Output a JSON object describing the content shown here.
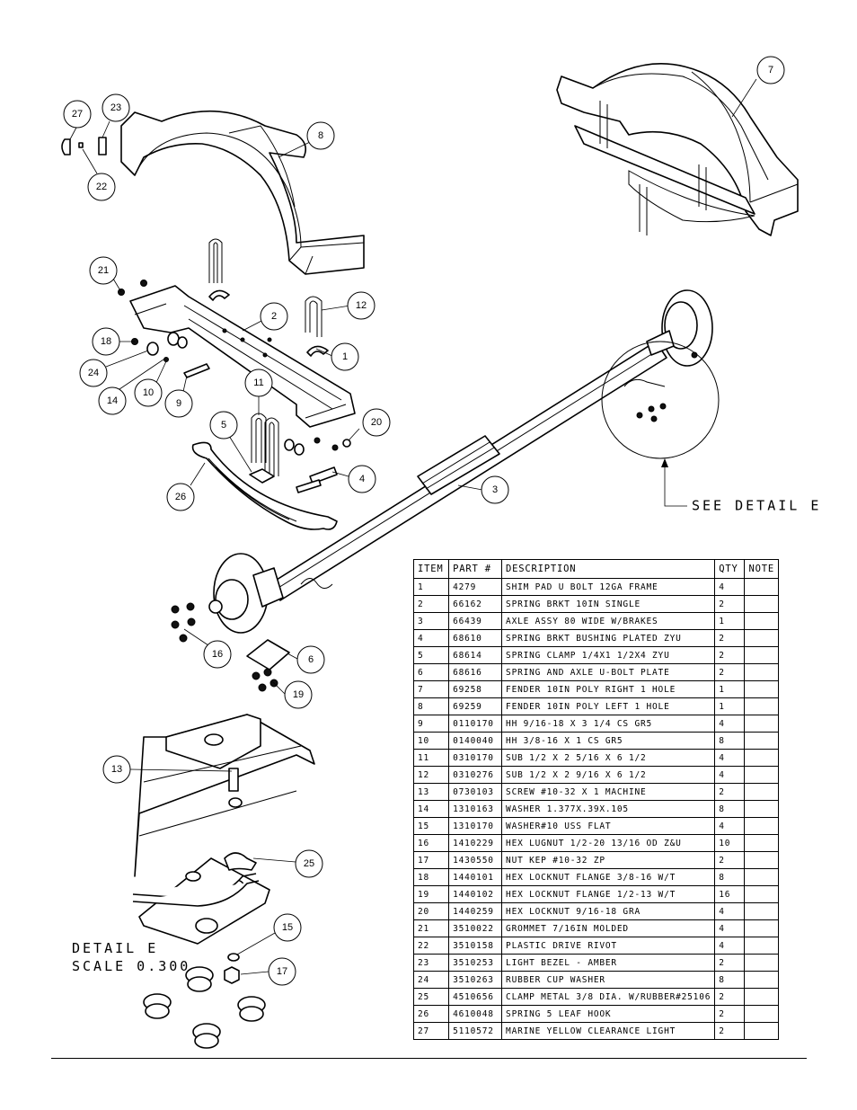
{
  "detail_callout": {
    "see_detail": "SEE DETAIL  E",
    "detail_title": "DETAIL  E",
    "detail_scale": "SCALE  0.300"
  },
  "callouts": [
    "27",
    "23",
    "22",
    "8",
    "7",
    "21",
    "12",
    "2",
    "1",
    "18",
    "24",
    "14",
    "10",
    "9",
    "11",
    "5",
    "20",
    "4",
    "26",
    "3",
    "16",
    "6",
    "19",
    "13",
    "25",
    "15",
    "17"
  ],
  "table": {
    "headers": [
      "ITEM",
      "PART #",
      "DESCRIPTION",
      "QTY",
      "NOTE"
    ],
    "rows": [
      [
        "1",
        "4279",
        "SHIM PAD   U BOLT 12GA FRAME",
        "4",
        ""
      ],
      [
        "2",
        "66162",
        "SPRING BRKT  10IN SINGLE",
        "2",
        ""
      ],
      [
        "3",
        "66439",
        "AXLE ASSY 80 WIDE W/BRAKES",
        "1",
        ""
      ],
      [
        "4",
        "68610",
        "SPRING BRKT BUSHING PLATED ZYU",
        "2",
        ""
      ],
      [
        "5",
        "68614",
        "SPRING CLAMP   1/4X1 1/2X4  ZYU",
        "2",
        ""
      ],
      [
        "6",
        "68616",
        "SPRING AND AXLE U-BOLT PLATE",
        "2",
        ""
      ],
      [
        "7",
        "69258",
        "FENDER  10IN POLY RIGHT 1 HOLE",
        "1",
        ""
      ],
      [
        "8",
        "69259",
        "FENDER  10IN POLY LEFT 1 HOLE",
        "1",
        ""
      ],
      [
        "9",
        "0110170",
        "HH 9/16-18 X 3 1/4 CS GR5",
        "4",
        ""
      ],
      [
        "10",
        "0140040",
        "HH 3/8-16 X 1 CS GR5",
        "8",
        ""
      ],
      [
        "11",
        "0310170",
        "SUB 1/2 X 2 5/16 X 6 1/2",
        "4",
        ""
      ],
      [
        "12",
        "0310276",
        "SUB 1/2 X 2 9/16 X 6 1/2",
        "4",
        ""
      ],
      [
        "13",
        "0730103",
        "SCREW #10-32 X 1 MACHINE",
        "2",
        ""
      ],
      [
        "14",
        "1310163",
        "WASHER 1.377X.39X.105",
        "8",
        ""
      ],
      [
        "15",
        "1310170",
        "WASHER#10 USS FLAT",
        "4",
        ""
      ],
      [
        "16",
        "1410229",
        "HEX LUGNUT 1/2-20 13/16 OD Z&U",
        "10",
        ""
      ],
      [
        "17",
        "1430550",
        "NUT KEP #10-32 ZP",
        "2",
        ""
      ],
      [
        "18",
        "1440101",
        "HEX LOCKNUT FLANGE 3/8-16 W/T",
        "8",
        ""
      ],
      [
        "19",
        "1440102",
        "HEX LOCKNUT FLANGE 1/2-13 W/T",
        "16",
        ""
      ],
      [
        "20",
        "1440259",
        "HEX LOCKNUT 9/16-18 GRA",
        "4",
        ""
      ],
      [
        "21",
        "3510022",
        "GROMMET  7/16IN MOLDED",
        "4",
        ""
      ],
      [
        "22",
        "3510158",
        "PLASTIC DRIVE RIVOT",
        "4",
        ""
      ],
      [
        "23",
        "3510253",
        "LIGHT BEZEL - AMBER",
        "2",
        ""
      ],
      [
        "24",
        "3510263",
        "RUBBER CUP WASHER",
        "8",
        ""
      ],
      [
        "25",
        "4510656",
        "CLAMP METAL 3/8 DIA. W/RUBBER#25106",
        "2",
        ""
      ],
      [
        "26",
        "4610048",
        "SPRING  5 LEAF HOOK",
        "2",
        ""
      ],
      [
        "27",
        "5110572",
        "MARINE YELLOW CLEARANCE LIGHT",
        "2",
        ""
      ]
    ]
  }
}
